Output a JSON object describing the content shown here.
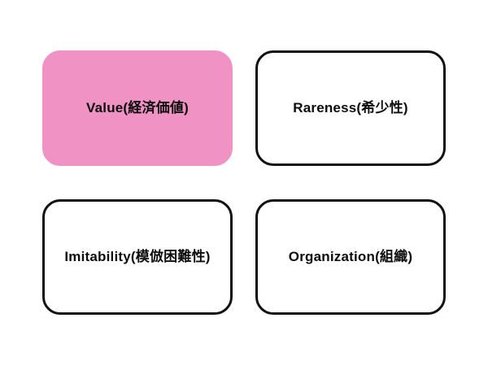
{
  "diagram": {
    "kind": "vrio-framework-grid",
    "background": "#ffffff",
    "accent_color": "#F092C4",
    "border_color": "#111111",
    "text_color": "#0d0d0d",
    "boxes": [
      {
        "id": "value",
        "label": "Value(経済価値)",
        "fill": "#F092C4",
        "border_color": "#F092C4",
        "highlighted": true,
        "position": "top-left"
      },
      {
        "id": "rareness",
        "label": "Rareness(希少性)",
        "fill": "#ffffff",
        "border_color": "#111111",
        "highlighted": false,
        "position": "top-right"
      },
      {
        "id": "imitability",
        "label": "Imitability(模倣困難性)",
        "fill": "#ffffff",
        "border_color": "#111111",
        "highlighted": false,
        "position": "bottom-left"
      },
      {
        "id": "organization",
        "label": "Organization(組織)",
        "fill": "#ffffff",
        "border_color": "#111111",
        "highlighted": false,
        "position": "bottom-right"
      }
    ]
  }
}
